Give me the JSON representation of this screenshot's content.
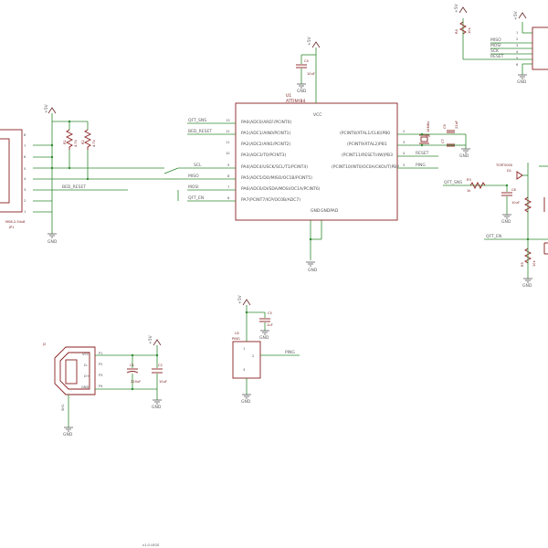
{
  "schematic": {
    "mcu": {
      "name": "U1",
      "value": "ATTINY84",
      "vcc_pin": "VCC",
      "gnd_pins": [
        "GND",
        "GNDPAD"
      ],
      "left_pins": [
        {
          "num": "13",
          "label": "PA0(ADC0/AREF/PCINT0)",
          "net": "QFT_SNS"
        },
        {
          "num": "12",
          "label": "PA1(ADC1/AIN0/PCINT1)",
          "net": "BED_RESET"
        },
        {
          "num": "11",
          "label": "PA2(ADC2/AIN1/PCINT2)",
          "net": ""
        },
        {
          "num": "10",
          "label": "PA3(ADC3/T0/PCINT3)",
          "net": ""
        },
        {
          "num": "9",
          "label": "PA4(ADC4/USCK/SCL/T1/PCINT4)",
          "net": "SCL"
        },
        {
          "num": "8",
          "label": "PA5(ADC5/DO/MISO/OC1B/PCINT5)",
          "net": "MISO"
        },
        {
          "num": "7",
          "label": "PA6(ADC6/DI/SDA/MOSI/OC1A/PCINT6)",
          "net": "MOSI"
        },
        {
          "num": "6",
          "label": "PA7(PCINT7/ICP/OC0B/ADC7)",
          "net": "QFT_EN"
        }
      ],
      "right_pins": [
        {
          "num": "2",
          "label": "(PCINT8/XTAL1/CLKI)PB0",
          "net": ""
        },
        {
          "num": "3",
          "label": "(PCINT9/XTAL2)PB1",
          "net": ""
        },
        {
          "num": "4",
          "label": "(PCINT11/RESET/dW)PB3",
          "net": "RESET"
        },
        {
          "num": "5",
          "label": "(PCINT10/INT0/OC0A/CKOUT)PB2",
          "net": "PING"
        }
      ]
    },
    "decoupling": {
      "name": "C4",
      "value": "10uF",
      "supply": "+5V",
      "gnd": "GND"
    },
    "crystal": {
      "name": "Q1",
      "value": "16MHz",
      "caps": [
        {
          "name": "C6",
          "value": "22pF"
        },
        {
          "name": "C7",
          "value": "22pF"
        }
      ],
      "gnd": "GND"
    },
    "connector": {
      "name": "JP1",
      "value": "M08-2.54x8",
      "pins": [
        "8",
        "7",
        "6",
        "5",
        "4",
        "3",
        "2",
        "1"
      ],
      "supply": "+5V",
      "resistors": [
        {
          "name": "R1",
          "value": "4.7k"
        },
        {
          "name": "R2",
          "value": "4.7k"
        }
      ],
      "net_label": "BED_RESET",
      "gnd": "GND"
    },
    "isp": {
      "name": "J1",
      "supply": "+5V",
      "pull_up": {
        "name": "R4",
        "value": "10k"
      },
      "pins": [
        "1",
        "2",
        "3",
        "4",
        "5",
        "6"
      ],
      "nets": [
        "MISO",
        "MOSI",
        "SCK",
        "RESET"
      ],
      "gnd": "GND"
    },
    "qtr": {
      "name": "TCRT5000",
      "diode": "D1",
      "resistor": {
        "name": "R3",
        "value": "1k"
      },
      "cap": {
        "name": "C8",
        "value": "10uF"
      },
      "load": {
        "name": "R5",
        "value": "10k"
      },
      "nets": [
        "QFT_SNS",
        "QFT_EN"
      ],
      "gnd": "GND"
    },
    "usb": {
      "name": "J2",
      "pins": [
        "VCC",
        "D-",
        "D+",
        "GND"
      ],
      "pads": [
        "P1",
        "P2",
        "P3",
        "P4"
      ],
      "shield": "SH1",
      "supply": "+5V",
      "caps": [
        {
          "name": "C1",
          "value": "220uF"
        },
        {
          "name": "C2",
          "value": "10uF"
        }
      ],
      "gnd": "GND"
    },
    "ping": {
      "name": "U2",
      "value": "PING",
      "pins": [
        "1",
        "2",
        "3"
      ],
      "net": "PING",
      "supply": "+5V",
      "cap": {
        "name": "C5",
        "value": "1uF"
      },
      "gnd": "GND"
    },
    "footer": "v1.0 LEGS"
  }
}
